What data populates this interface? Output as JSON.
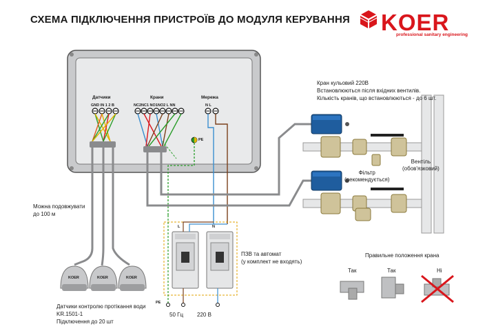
{
  "title": "СХЕМА ПІДКЛЮЧЕННЯ ПРИСТРОЇВ ДО МОДУЛЯ КЕРУВАННЯ",
  "brand": {
    "name": "KOER",
    "tagline": "professional sanitary engineering",
    "color": "#d9161c"
  },
  "module": {
    "groups": {
      "sensors": {
        "label": "Датчики",
        "terminals": "GND  IN   1 2 B"
      },
      "valves": {
        "label": "Крани",
        "terminals": "NC2NC1  NO1NO2  L     NN"
      },
      "network": {
        "label": "Мережа",
        "terminals": "N      L"
      }
    },
    "pe_label": "PE"
  },
  "valve_note": {
    "line1": "Кран кульовий 220В",
    "line2": "Встановлюються після вхідних вентилів.",
    "line3": "Кількість кранів, що встановлюються - до 6 шт."
  },
  "shutoff_valve": {
    "line1": "Вентіль",
    "line2": "(обов'язковий)"
  },
  "filter": {
    "line1": "Фільтр",
    "line2": "(рекомендується)"
  },
  "extend_note": {
    "line1": "Можна подовжувати",
    "line2": "до 100 м"
  },
  "sensors_note": {
    "line1": "Датчики контролю протікання води",
    "line2": "KR.1501-1",
    "line3": "Підключення до 20 шт",
    "sensor_brand": "KOER"
  },
  "breaker_note": {
    "line1": "ПЗВ та автомат",
    "line2": "(у комплект не входять)"
  },
  "breaker_labels": {
    "l": "L",
    "n": "N"
  },
  "bottom_labels": {
    "pe": "PE",
    "freq": "50 Гц",
    "volt": "220 В"
  },
  "position_legend": {
    "title": "Правильне положення крана",
    "ok1": "Так",
    "ok2": "Так",
    "bad": "Ні"
  }
}
